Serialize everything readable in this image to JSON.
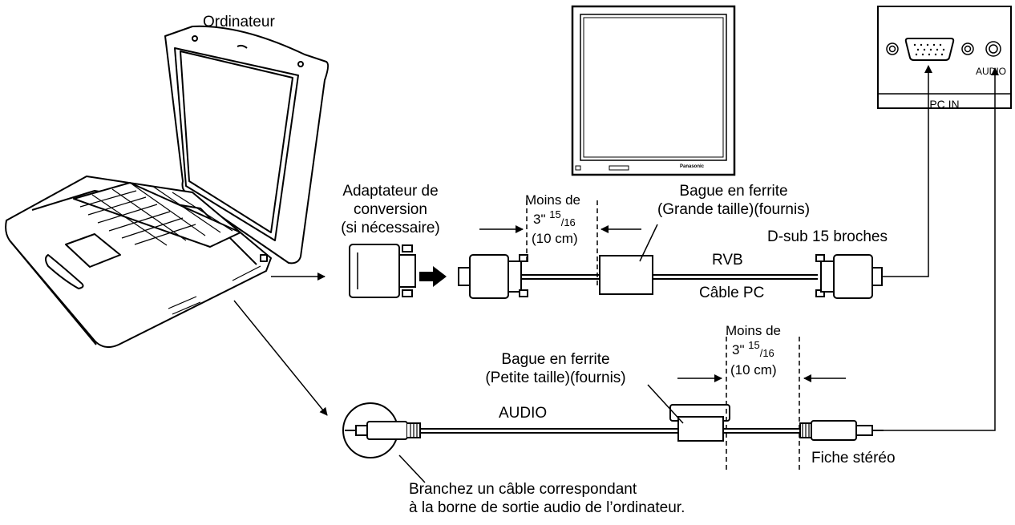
{
  "computer": {
    "label": "Ordinateur"
  },
  "adapter": {
    "line1": "Adaptateur de",
    "line2": "conversion",
    "line3": "(si nécessaire)"
  },
  "rgb_cable": {
    "distance_line1": "Moins de",
    "distance_inches": "3\"",
    "distance_frac_num": "15",
    "distance_frac_den": "/16",
    "distance_cm": "(10 cm)",
    "ferrite_line1": "Bague en ferrite",
    "ferrite_line2": "(Grande taille)(fournis)",
    "connector_label": "D-sub 15 broches",
    "signal_label": "RVB",
    "cable_label": "Câble PC"
  },
  "audio_cable": {
    "ferrite_line1": "Bague en ferrite",
    "ferrite_line2": "(Petite taille)(fournis)",
    "distance_line1": "Moins de",
    "distance_inches": "3\"",
    "distance_frac_num": "15",
    "distance_frac_den": "/16",
    "distance_cm": "(10 cm)",
    "signal_label": "AUDIO",
    "plug_label": "Fiche stéréo"
  },
  "display": {
    "brand": "Panasonic"
  },
  "terminal_panel": {
    "audio_label": "AUDIO",
    "port_label": "PC IN"
  },
  "note": {
    "line1": "Branchez un câble correspondant",
    "line2": "à la borne de sortie audio de l’ordinateur."
  }
}
